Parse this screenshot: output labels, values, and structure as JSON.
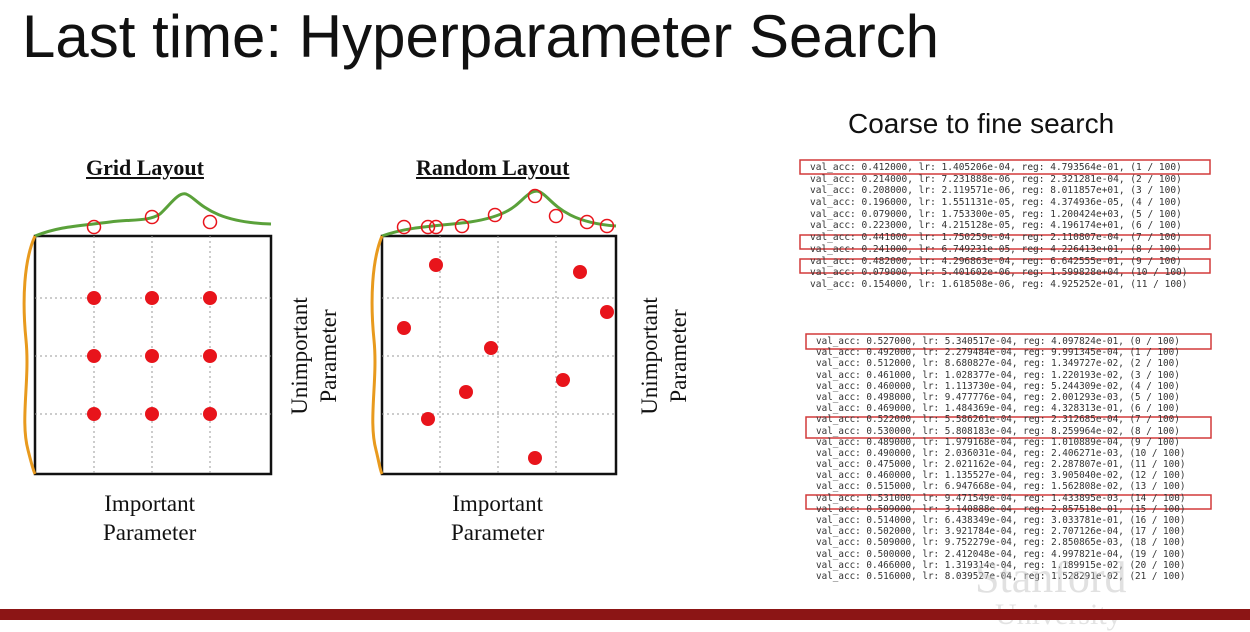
{
  "title": "Last time: Hyperparameter Search",
  "grid_layout": {
    "label": "Grid Layout",
    "x_label_line1": "Important",
    "x_label_line2": "Parameter",
    "y_label_line1": "Unimportant",
    "y_label_line2": "Parameter"
  },
  "random_layout": {
    "label": "Random Layout",
    "x_label_line1": "Important",
    "x_label_line2": "Parameter",
    "y_label_line1": "Unimportant",
    "y_label_line2": "Parameter"
  },
  "coarse_title": "Coarse to fine search",
  "coarse_log": [
    "val_acc: 0.412000, lr: 1.405206e-04, reg: 4.793564e-01, (1 / 100)",
    "val_acc: 0.214000, lr: 7.231888e-06, reg: 2.321281e-04, (2 / 100)",
    "val_acc: 0.208000, lr: 2.119571e-06, reg: 8.011857e+01, (3 / 100)",
    "val_acc: 0.196000, lr: 1.551131e-05, reg: 4.374936e-05, (4 / 100)",
    "val_acc: 0.079000, lr: 1.753300e-05, reg: 1.200424e+03, (5 / 100)",
    "val_acc: 0.223000, lr: 4.215128e-05, reg: 4.196174e+01, (6 / 100)",
    "val_acc: 0.441000, lr: 1.750259e-04, reg: 2.110807e-04, (7 / 100)",
    "val_acc: 0.241000, lr: 6.749231e-05, reg: 4.226413e+01, (8 / 100)",
    "val_acc: 0.482000, lr: 4.296863e-04, reg: 6.642555e-01, (9 / 100)",
    "val_acc: 0.079000, lr: 5.401602e-06, reg: 1.599828e+04, (10 / 100)",
    "val_acc: 0.154000, lr: 1.618508e-06, reg: 4.925252e-01, (11 / 100)"
  ],
  "fine_log": [
    "val_acc: 0.527000, lr: 5.340517e-04, reg: 4.097824e-01, (0 / 100)",
    "val_acc: 0.492000, lr: 2.279484e-04, reg: 9.991345e-04, (1 / 100)",
    "val_acc: 0.512000, lr: 8.680827e-04, reg: 1.349727e-02, (2 / 100)",
    "val_acc: 0.461000, lr: 1.028377e-04, reg: 1.220193e-02, (3 / 100)",
    "val_acc: 0.460000, lr: 1.113730e-04, reg: 5.244309e-02, (4 / 100)",
    "val_acc: 0.498000, lr: 9.477776e-04, reg: 2.001293e-03, (5 / 100)",
    "val_acc: 0.469000, lr: 1.484369e-04, reg: 4.328313e-01, (6 / 100)",
    "val_acc: 0.522000, lr: 5.586261e-04, reg: 2.312685e-04, (7 / 100)",
    "val_acc: 0.530000, lr: 5.808183e-04, reg: 8.259964e-02, (8 / 100)",
    "val_acc: 0.489000, lr: 1.979168e-04, reg: 1.010889e-04, (9 / 100)",
    "val_acc: 0.490000, lr: 2.036031e-04, reg: 2.406271e-03, (10 / 100)",
    "val_acc: 0.475000, lr: 2.021162e-04, reg: 2.287807e-01, (11 / 100)",
    "val_acc: 0.460000, lr: 1.135527e-04, reg: 3.905040e-02, (12 / 100)",
    "val_acc: 0.515000, lr: 6.947668e-04, reg: 1.562808e-02, (13 / 100)",
    "val_acc: 0.531000, lr: 9.471549e-04, reg: 1.433895e-03, (14 / 100)",
    "val_acc: 0.509000, lr: 3.140888e-04, reg: 2.857518e-01, (15 / 100)",
    "val_acc: 0.514000, lr: 6.438349e-04, reg: 3.033781e-01, (16 / 100)",
    "val_acc: 0.502000, lr: 3.921784e-04, reg: 2.707126e-04, (17 / 100)",
    "val_acc: 0.509000, lr: 9.752279e-04, reg: 2.850865e-03, (18 / 100)",
    "val_acc: 0.500000, lr: 2.412048e-04, reg: 4.997821e-04, (19 / 100)",
    "val_acc: 0.466000, lr: 1.319314e-04, reg: 1.189915e-02, (20 / 100)",
    "val_acc: 0.516000, lr: 8.039527e-04, reg: 1.528291e-02, (21 / 100)"
  ],
  "watermark": "Stanford",
  "watermark_line2": "University",
  "colors": {
    "point": "#e8141b",
    "curve_green": "#5aa13a",
    "curve_orange": "#e89a1e",
    "highlight": "#d23a3a",
    "bottom_bar": "#8c1515"
  }
}
